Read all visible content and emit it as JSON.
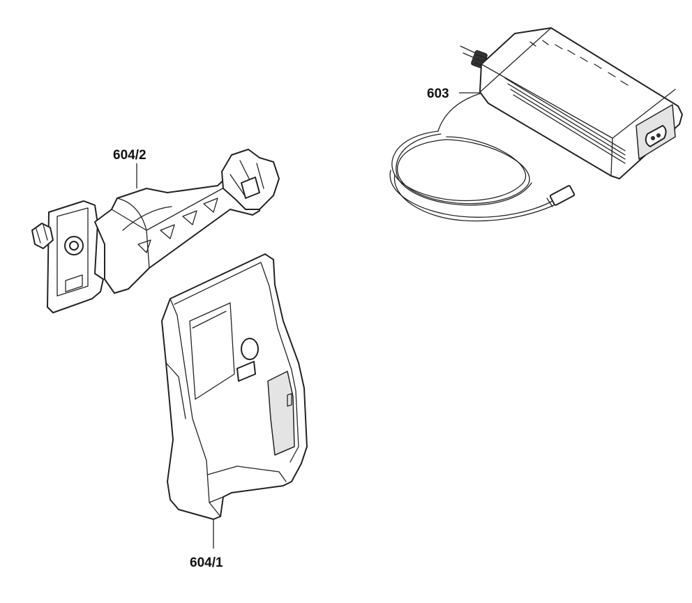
{
  "callouts": {
    "power_adapter": "603",
    "holder": "604/2",
    "cradle": "604/1"
  }
}
